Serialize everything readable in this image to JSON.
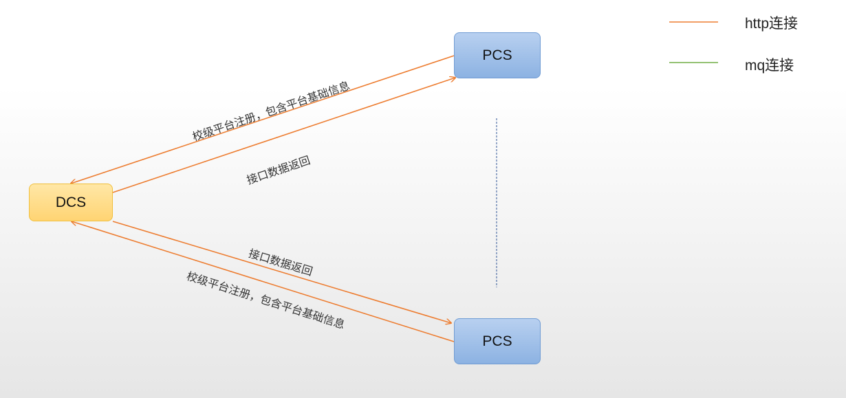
{
  "nodes": {
    "dcs": "DCS",
    "pcs_top": "PCS",
    "pcs_bottom": "PCS"
  },
  "legend": [
    {
      "label": "http连接",
      "color": "#ed7d31"
    },
    {
      "label": "mq连接",
      "color": "#70ad47"
    }
  ],
  "edges": {
    "top_register": "校级平台注册，包含平台基础信息",
    "top_return": "接口数据返回",
    "bottom_return": "接口数据返回",
    "bottom_register": "校级平台注册，包含平台基础信息"
  },
  "colors": {
    "edge": "#ed7d31",
    "divider": "#2f5496"
  }
}
